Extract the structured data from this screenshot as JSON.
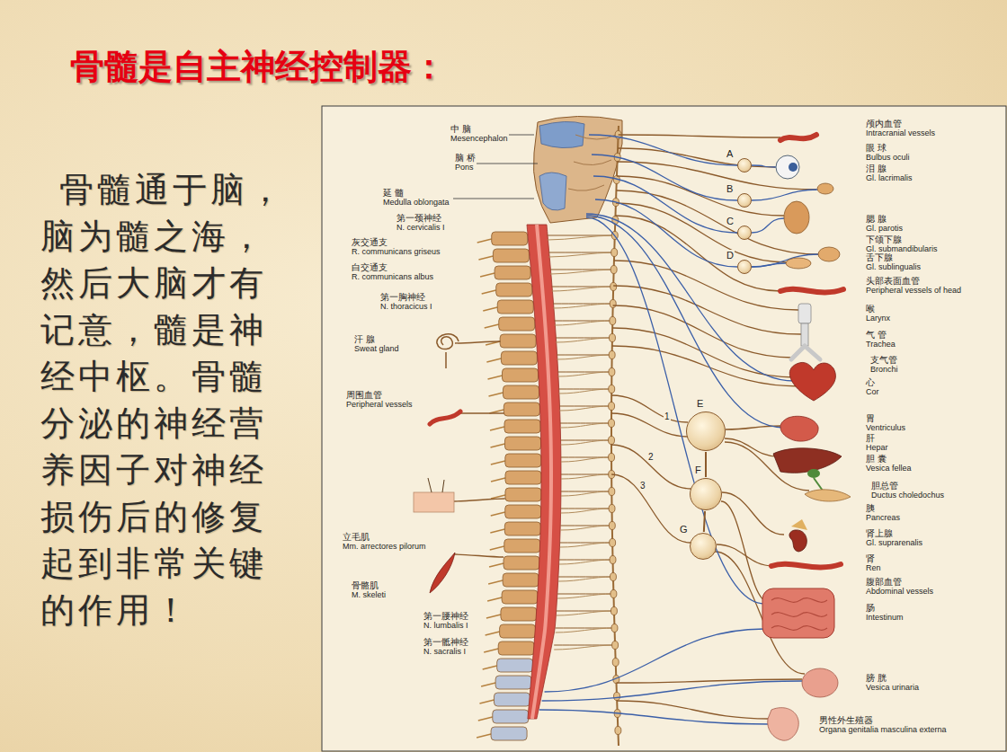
{
  "diagram": {
    "title": "骨髓是自主神经控制器：",
    "nodes": [
      {
        "text": [
          "A"
        ]
      },
      {
        "text": [
          "B"
        ]
      },
      {
        "text": [
          "C"
        ]
      },
      {
        "text": [
          "D"
        ]
      },
      {
        "text": [
          "E"
        ]
      },
      {
        "text": [
          "F"
        ]
      },
      {
        "text": [
          "G"
        ]
      }
    ],
    "edges": [
      {
        "from": 4,
        "to": 5,
        "arrow": "none"
      },
      {
        "from": 5,
        "to": 6,
        "arrow": "none"
      }
    ],
    "labels": [
      "骨髓通于脑，脑为髓之海，然后大脑才有记意，髓是神经中枢。骨髓分泌的神经营养因子对神经损伤后的修复起到非常关键的作用！",
      "中 脑",
      "Mesencephalon",
      "脑 桥",
      "Pons",
      "延 髓",
      "Medulla oblongata",
      "第一颈神经",
      "N. cervicalis I",
      "灰交通支",
      "R. communicans griseus",
      "白交通支",
      "R. communicans albus",
      "第一胸神经",
      "N. thoracicus I",
      "汗 腺",
      "Sweat gland",
      "周围血管",
      "Peripheral vessels",
      "立毛肌",
      "Mm. arrectores pilorum",
      "骨骼肌",
      "M. skeleti",
      "第一腰神经",
      "N. lumbalis I",
      "第一骶神经",
      "N. sacralis I",
      "颅内血管",
      "Intracranial vessels",
      "眼 球",
      "Bulbus oculi",
      "泪 腺",
      "Gl. lacrimalis",
      "腮 腺",
      "Gl. parotis",
      "下颌下腺",
      "Gl. submandibularis",
      "舌下腺",
      "Gl. sublingualis",
      "头部表面血管",
      "Peripheral vessels of head",
      "喉",
      "Larynx",
      "气 管",
      "Trachea",
      "支气管",
      "Bronchi",
      "心",
      "Cor",
      "胃",
      "Ventriculus",
      "肝",
      "Hepar",
      "胆 囊",
      "Vesica fellea",
      "胆总管",
      "Ductus choledochus",
      "胰",
      "Pancreas",
      "肾上腺",
      "Gl. suprarenalis",
      "肾",
      "Ren",
      "腹部血管",
      "Abdominal vessels",
      "肠",
      "Intestinum",
      "膀 胱",
      "Vesica urinaria",
      "男性外生殖器",
      "Organa genitalia masculina externa",
      "1",
      "2",
      "3"
    ]
  }
}
